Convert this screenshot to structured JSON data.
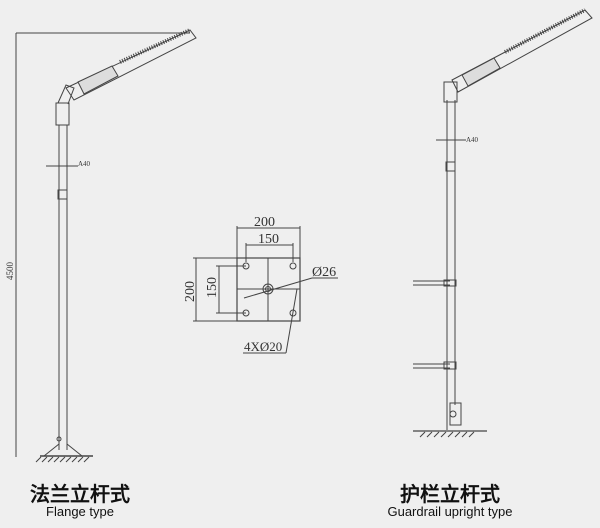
{
  "flange": {
    "title_zh": "法兰立杆式",
    "title_en": "Flange type",
    "height_dim": "4500",
    "arm_dim": "A40"
  },
  "guardrail": {
    "title_zh": "护栏立杆式",
    "title_en": "Guardrail upright type",
    "arm_dim": "A40"
  },
  "base_plate": {
    "width_outer": "200",
    "width_inner": "150",
    "height_outer": "200",
    "height_inner": "150",
    "center_hole": "Ø26",
    "bolt_holes": "4XØ20"
  }
}
